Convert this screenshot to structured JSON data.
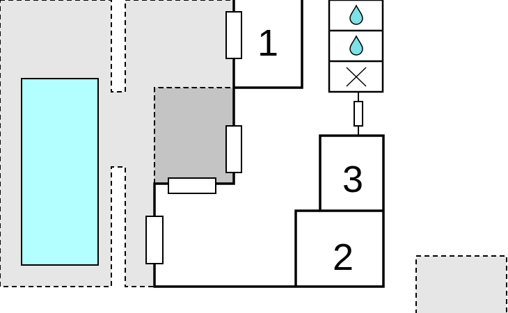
{
  "floorplan": {
    "rooms": [
      {
        "id": "room-1",
        "label": "1"
      },
      {
        "id": "room-2",
        "label": "2"
      },
      {
        "id": "room-3",
        "label": "3"
      }
    ],
    "fixtures": [
      {
        "id": "water-icon-top",
        "icon": "water-drop-icon"
      },
      {
        "id": "water-icon-middle",
        "icon": "water-drop-icon"
      },
      {
        "id": "cross-icon",
        "icon": "cross-icon"
      }
    ],
    "colors": {
      "terrace": "#e6e6e6",
      "pool": "#b3ffff",
      "covered_area": "#c4c4c4",
      "wall": "#000000",
      "background": "#ffffff"
    }
  }
}
